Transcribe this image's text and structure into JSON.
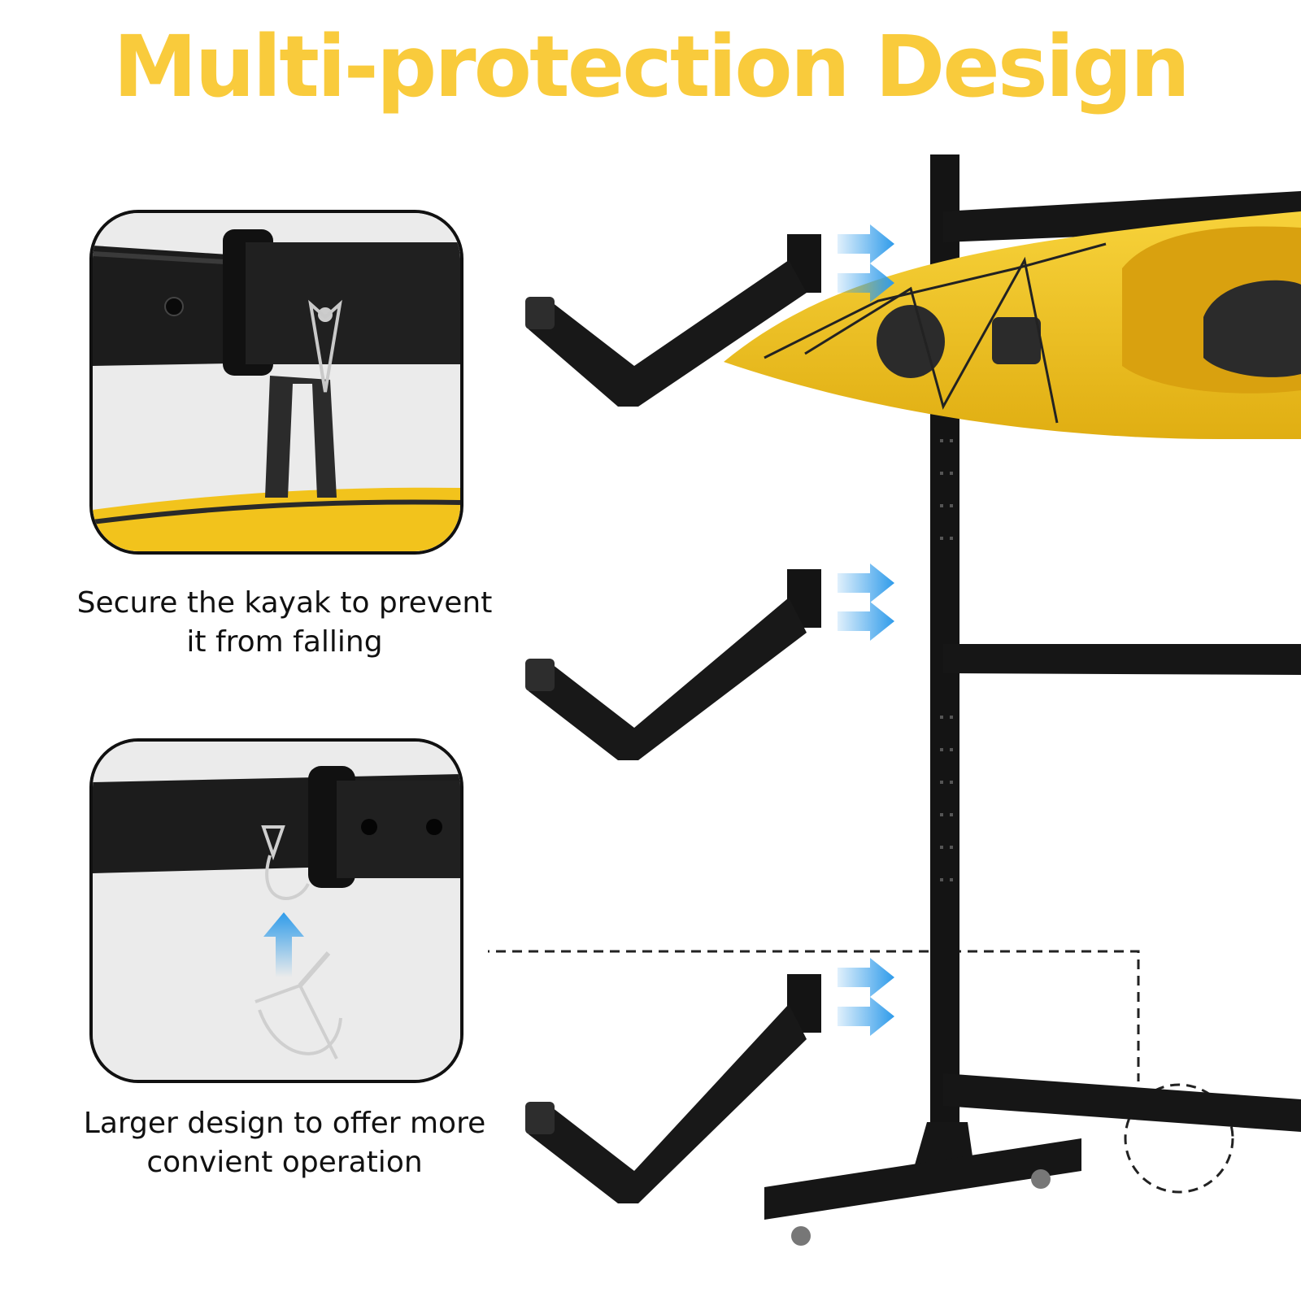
{
  "title": "Multi-protection Design",
  "colors": {
    "title": "#F9CB3C",
    "accent_yellow": "#F2C31C",
    "frame_black": "#161616",
    "arrow_blue": "#2F9BEA",
    "panel_bg": "#E9E9E9"
  },
  "features": [
    {
      "caption_line1": "Secure the kayak to prevent",
      "caption_line2": "it from falling",
      "icon": "strap-clip-detail-icon"
    },
    {
      "caption_line1": "Larger design to offer more",
      "caption_line2": "convient operation",
      "icon": "lock-pin-detail-icon"
    }
  ]
}
